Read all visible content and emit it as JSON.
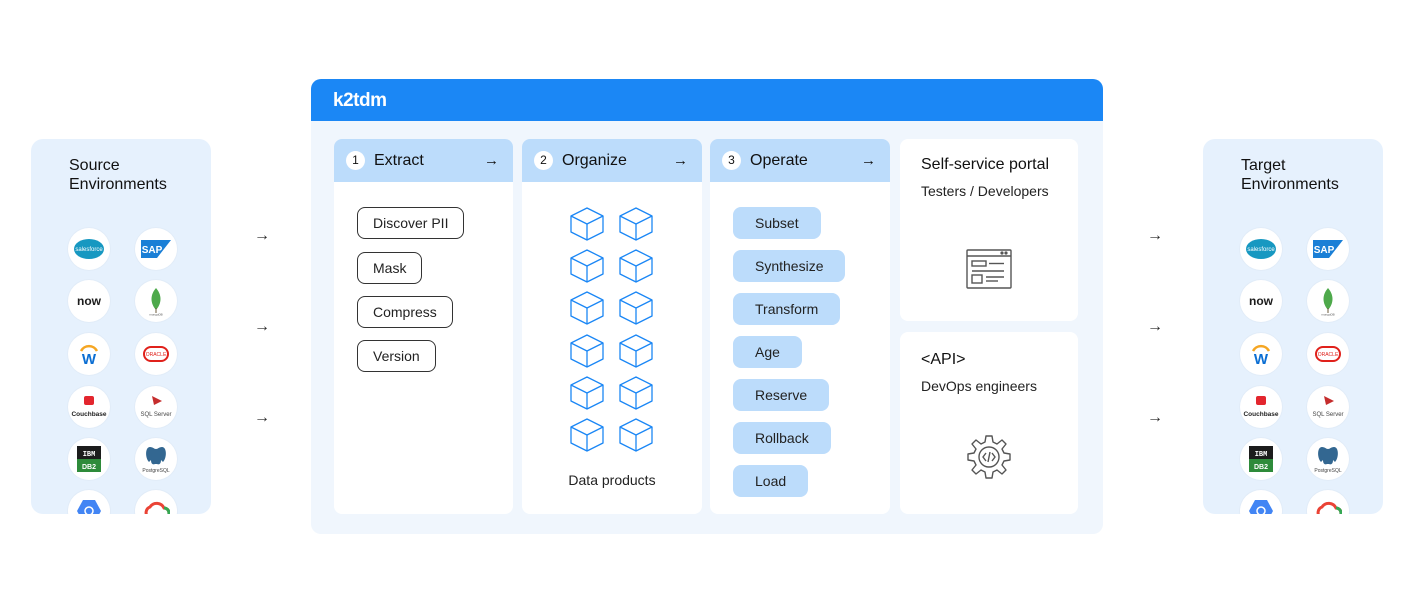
{
  "source": {
    "title_line1": "Source",
    "title_line2": "Environments",
    "logos": [
      {
        "name": "salesforce",
        "label": "salesforce",
        "color": "#1798c1"
      },
      {
        "name": "sap",
        "label": "SAP",
        "color": "#1a7fd6"
      },
      {
        "name": "servicenow",
        "label": "now",
        "color": "#1c1c1c"
      },
      {
        "name": "mongodb",
        "label": "mongoDB",
        "color": "#4ea94b"
      },
      {
        "name": "workday",
        "label": "W",
        "color": "#0b6ed3"
      },
      {
        "name": "oracle",
        "label": "ORACLE",
        "color": "#e0211b"
      },
      {
        "name": "couchbase",
        "label": "Couchbase",
        "color": "#e3262e"
      },
      {
        "name": "sqlserver",
        "label": "SQL Server",
        "color": "#c52d2d"
      },
      {
        "name": "ibm-db2",
        "label": "IBM DB2",
        "color": "#2e8b3a"
      },
      {
        "name": "postgresql",
        "label": "PostgreSQL",
        "color": "#336791"
      },
      {
        "name": "google-cloud-sql",
        "label": "",
        "color": "#4285f4"
      },
      {
        "name": "google-cloud",
        "label": "",
        "color": "#ea4335"
      }
    ]
  },
  "target": {
    "title_line1": "Target",
    "title_line2": "Environments"
  },
  "k2": {
    "brand": "k2tdm",
    "brand_color": "#1b87f5"
  },
  "extract": {
    "number": "1",
    "title": "Extract",
    "arrow": "→",
    "items": [
      "Discover PII",
      "Mask",
      "Compress",
      "Version"
    ]
  },
  "organize": {
    "number": "2",
    "title": "Organize",
    "arrow": "→",
    "label": "Data products",
    "icon": "cube-icon"
  },
  "operate": {
    "number": "3",
    "title": "Operate",
    "arrow": "→",
    "items": [
      "Subset",
      "Synthesize",
      "Transform",
      "Age",
      "Reserve",
      "Rollback",
      "Load"
    ]
  },
  "portal": {
    "title": "Self-service portal",
    "subtitle": "Testers / Developers",
    "icon": "browser-window-icon"
  },
  "api": {
    "title": "<API>",
    "subtitle": "DevOps engineers",
    "icon": "code-gear-icon"
  },
  "flow_arrow": "→",
  "colors": {
    "panel_bg": "#e6f1fd",
    "column_header": "#bcdcfb",
    "pill_blue": "#bcdcfb",
    "cube_stroke": "#1b87f5"
  }
}
